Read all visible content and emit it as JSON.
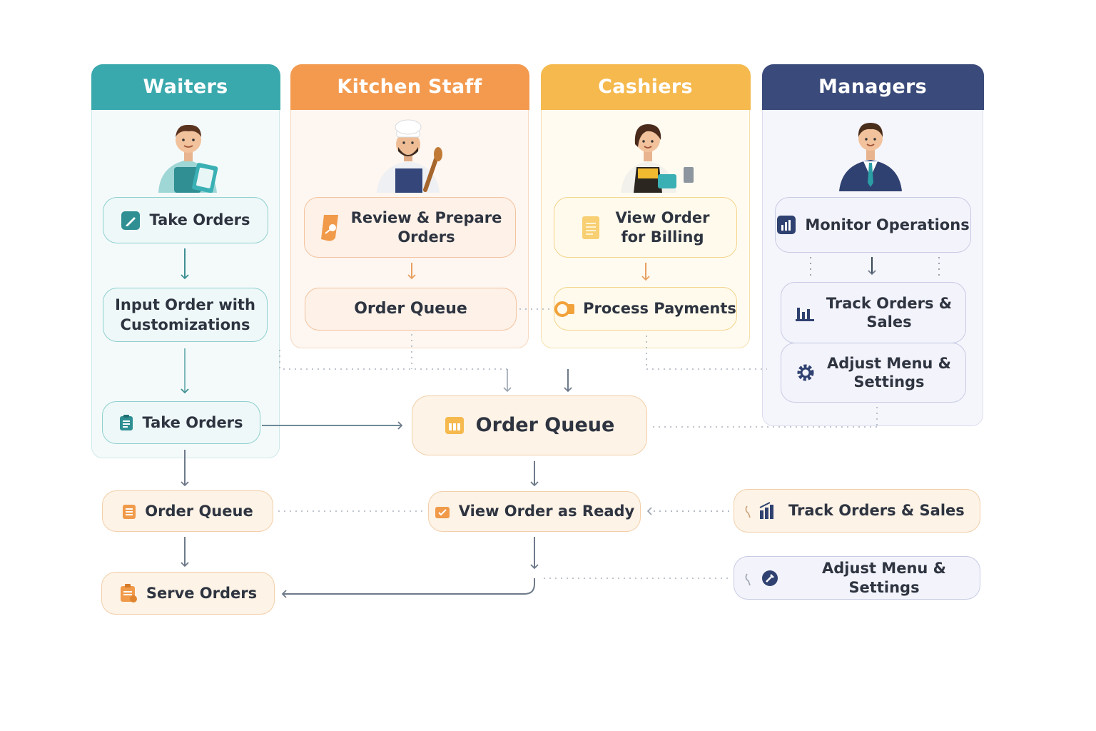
{
  "lanes": {
    "waiters": {
      "title": "Waiters",
      "color": "#3aa9ad"
    },
    "kitchen": {
      "title": "Kitchen Staff",
      "color": "#f39a4f"
    },
    "cashiers": {
      "title": "Cashiers",
      "color": "#f5b94e"
    },
    "managers": {
      "title": "Managers",
      "color": "#3a4a7a"
    }
  },
  "waiters": {
    "take_orders": "Take Orders",
    "input_order_l1": "Input Order with",
    "input_order_l2": "Customizations",
    "take_orders_2": "Take Orders",
    "order_queue": "Order Queue",
    "serve_orders": "Serve Orders"
  },
  "kitchen": {
    "review_l1": "Review & Prepare",
    "review_l2": "Orders",
    "order_queue": "Order Queue"
  },
  "cashiers": {
    "view_order_l1": "View Order",
    "view_order_l2": "for Billing",
    "process_payments": "Process Payments"
  },
  "managers": {
    "monitor": "Monitor Operations",
    "track_l1": "Track Orders &",
    "track_l2": "Sales",
    "adjust_l1": "Adjust Menu &",
    "adjust_l2": "Settings"
  },
  "center": {
    "order_queue": "Order Queue",
    "view_ready": "View Order as Ready"
  },
  "right": {
    "track": "Track Orders & Sales",
    "adjust": "Adjust Menu & Settings"
  },
  "icons": [
    "pencil-icon",
    "clipboard-icon",
    "order-queue-icon",
    "serve-icon",
    "review-icon",
    "bill-icon",
    "payment-icon",
    "chart-icon",
    "bar-chart-icon",
    "gear-icon",
    "grid-icon",
    "ready-icon",
    "track-chart-icon",
    "settings-badge-icon"
  ]
}
